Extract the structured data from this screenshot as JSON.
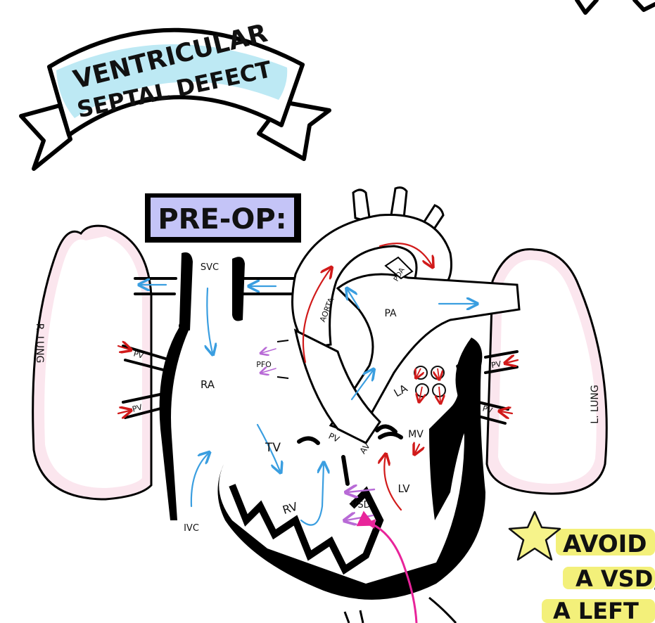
{
  "banner": {
    "line1": "VENTRICULAR",
    "line2": "SEPTAL DEFECT"
  },
  "preop": {
    "label": "PRE-OP:"
  },
  "labels": {
    "svc": "SVC",
    "ivc": "IVC",
    "ra": "RA",
    "rv": "RV",
    "la": "LA",
    "lv": "LV",
    "pa": "PA",
    "aorta": "AORTA",
    "pda": "PDA",
    "pfo": "PFO",
    "tv": "TV",
    "mv": "MV",
    "av": "AV",
    "pv_valve": "PV",
    "vsd": "VSD",
    "r_lung": "R. LUNG",
    "l_lung": "L. LUNG",
    "pv_r_upper": "PV",
    "pv_r_lower": "PV",
    "pv_l_upper": "PV",
    "pv_l_lower": "PV"
  },
  "note": {
    "line1": "AVOID S",
    "line2": "A VSD,",
    "line3": "A LEFT"
  },
  "colors": {
    "banner_fill": "#bde9f4",
    "preop_fill": "#c4c4f7",
    "deoxy_arrow": "#3a9ee0",
    "oxy_arrow": "#d11a1a",
    "shunt_arrow": "#b86ad6",
    "pointer": "#e8249a",
    "highlight": "#f3f07a",
    "lung_tint": "#fbe6ee"
  },
  "icons": [
    "star-icon"
  ]
}
